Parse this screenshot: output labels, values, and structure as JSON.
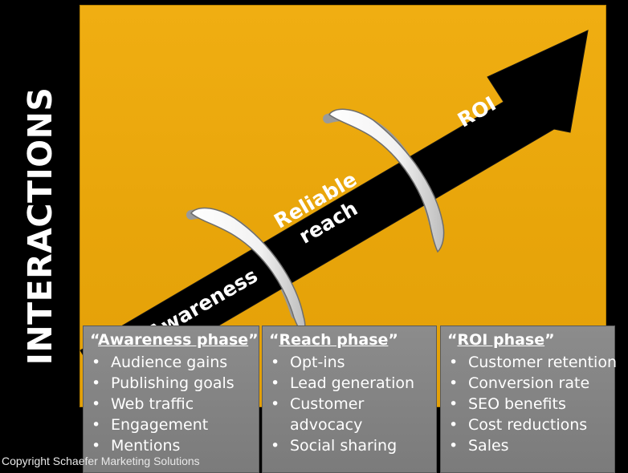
{
  "side_label": "INTERACTIONS",
  "arrow": {
    "stage1": "Awareness",
    "stage2": "Reliable\nreach",
    "stage3": "ROI"
  },
  "phases": [
    {
      "quote_open": "“",
      "title": "Awareness phase",
      "quote_close": "”",
      "items": [
        "Audience gains",
        "Publishing goals",
        "Web traffic",
        "Engagement",
        "Mentions"
      ]
    },
    {
      "quote_open": "“",
      "title": "Reach phase",
      "quote_close": "”",
      "items": [
        "Opt-ins",
        "Lead generation",
        "Customer advocacy",
        "Social sharing"
      ]
    },
    {
      "quote_open": "“",
      "title": "ROI phase",
      "quote_close": "”",
      "items": [
        "Customer retention",
        "Conversion rate",
        "SEO benefits",
        "Cost reductions",
        "Sales"
      ]
    }
  ],
  "copyright": "Copyright Schaefer Marketing Solutions",
  "colors": {
    "background": "#000000",
    "panel": "#e8a50a",
    "arrow": "#000000",
    "box": "#808080",
    "ring": "#ffffff"
  }
}
